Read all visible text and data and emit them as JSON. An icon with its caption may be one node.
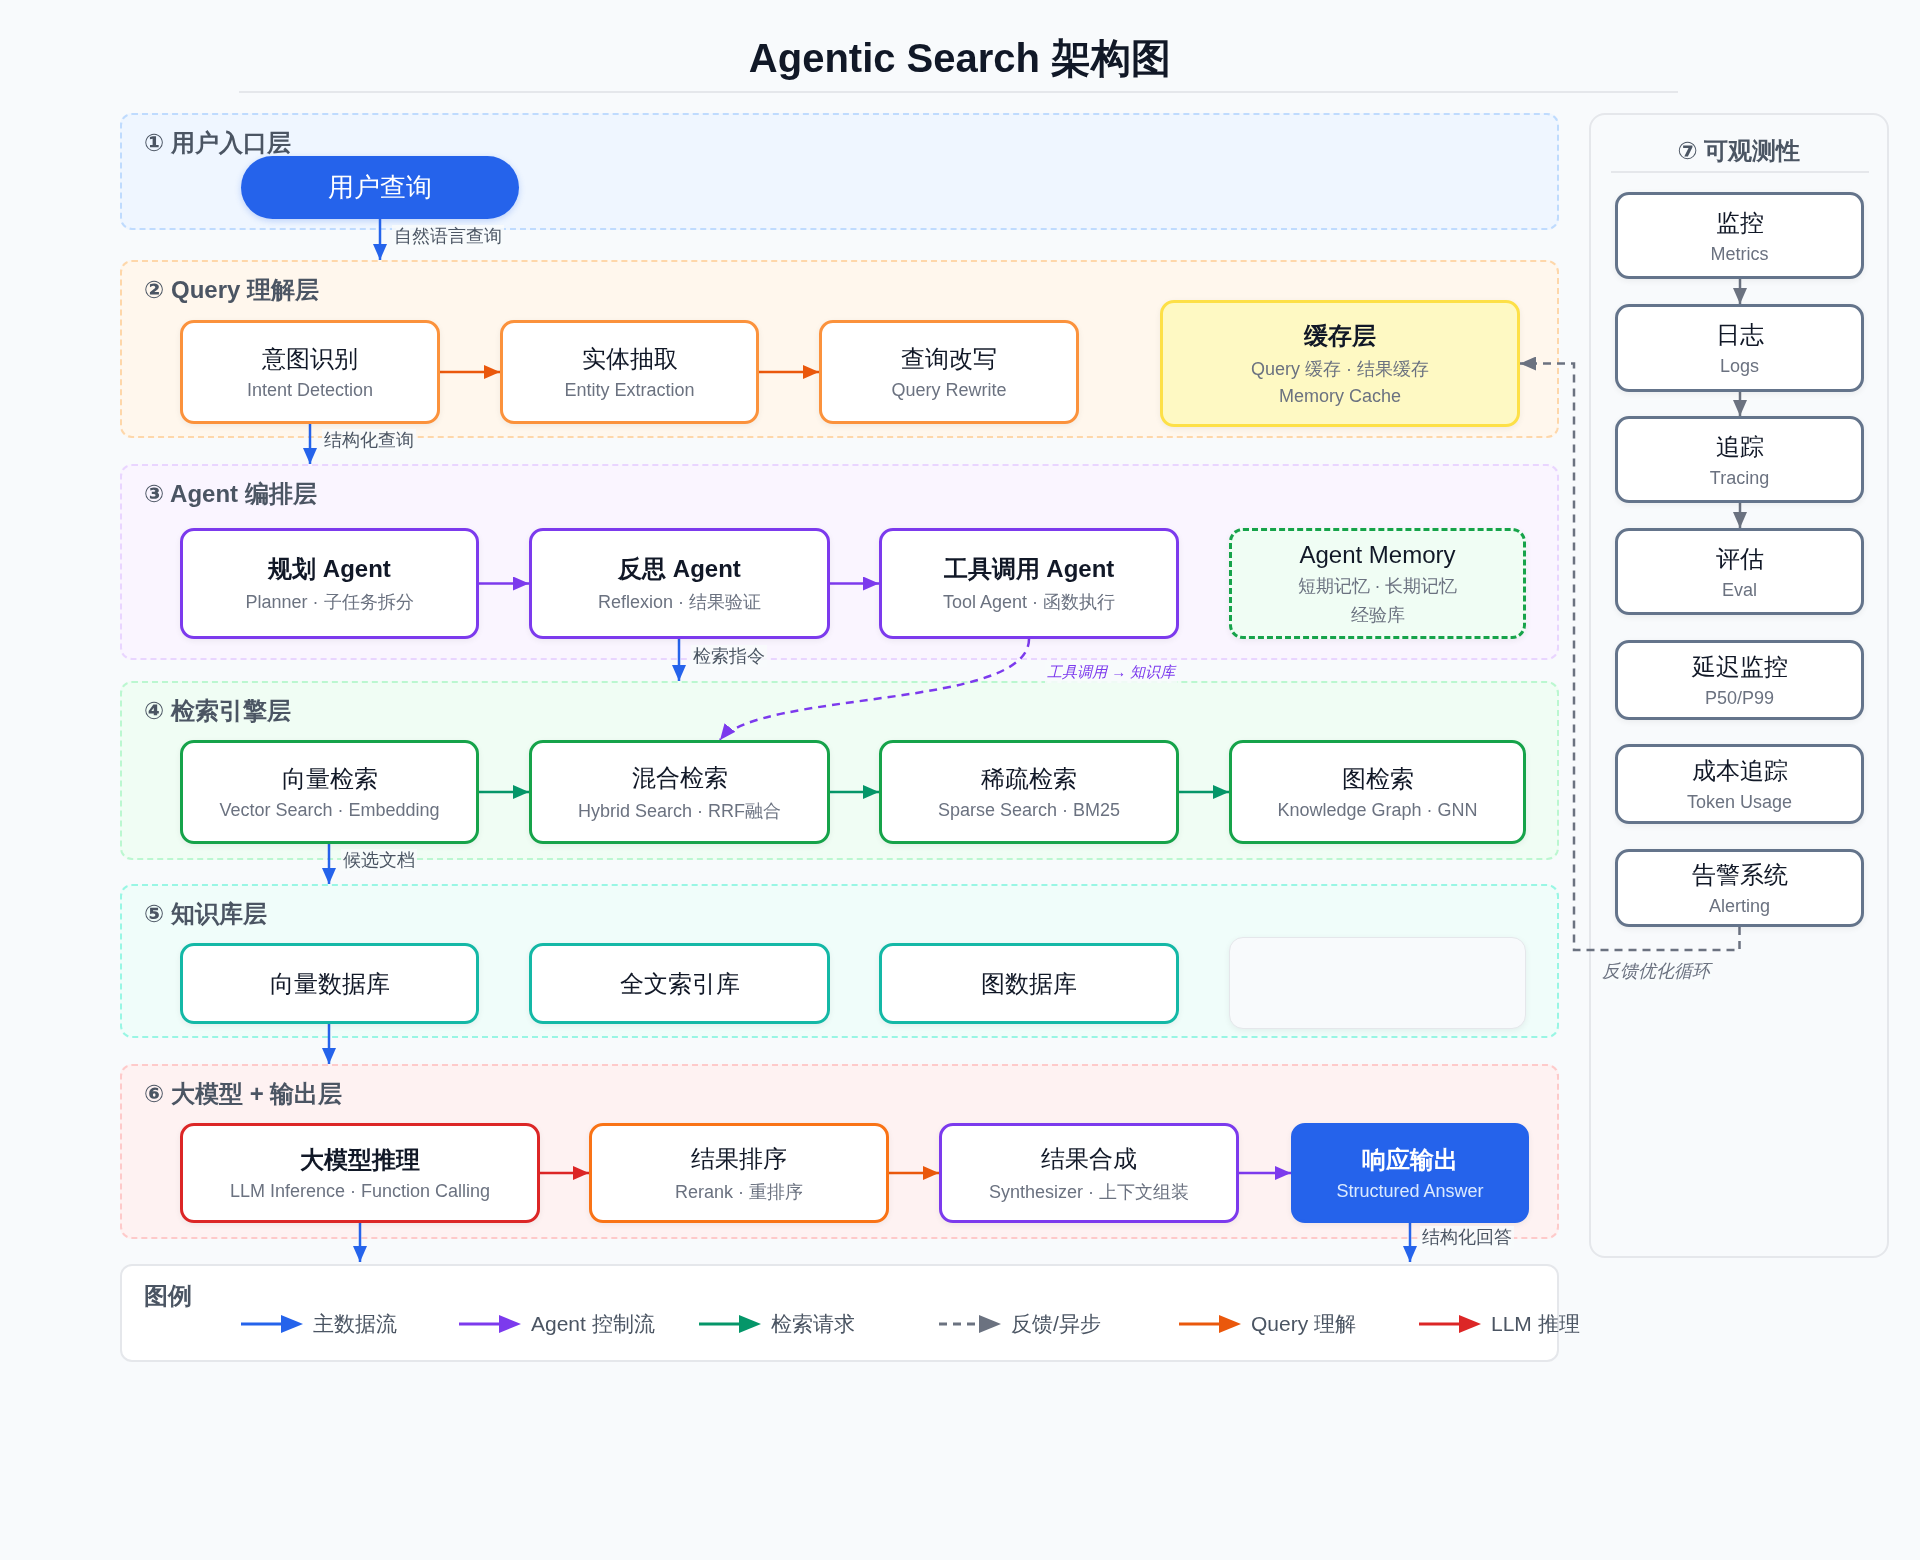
{
  "diagram": {
    "title": "Agentic Search 架构图",
    "nodes": [
      {
        "text": [
          "① 用户入口层"
        ]
      },
      {
        "text": [
          "用户查询"
        ],
        "in": 0
      },
      {
        "text": [
          "② Query 理解层"
        ]
      },
      {
        "text": [
          "意图识别",
          "Intent Detection"
        ],
        "in": 2
      },
      {
        "text": [
          "实体抽取",
          "Entity Extraction"
        ],
        "in": 2
      },
      {
        "text": [
          "查询改写",
          "Query Rewrite"
        ],
        "in": 2
      },
      {
        "text": [
          "缓存层",
          "Query 缓存 · 结果缓存",
          "Memory Cache"
        ],
        "in": 2
      },
      {
        "text": [
          "③ Agent 编排层"
        ]
      },
      {
        "text": [
          "规划 Agent",
          "Planner · 子任务拆分"
        ],
        "in": 7
      },
      {
        "text": [
          "反思 Agent",
          "Reflexion · 结果验证"
        ],
        "in": 7
      },
      {
        "text": [
          "工具调用 Agent",
          "Tool Agent · 函数执行"
        ],
        "in": 7
      },
      {
        "text": [
          "Agent Memory",
          "短期记忆 · 长期记忆",
          "经验库"
        ],
        "in": 7
      },
      {
        "text": [
          "④ 检索引擎层"
        ]
      },
      {
        "text": [
          "向量检索",
          "Vector Search · Embedding"
        ],
        "in": 12
      },
      {
        "text": [
          "混合检索",
          "Hybrid Search · RRF融合"
        ],
        "in": 12
      },
      {
        "text": [
          "稀疏检索",
          "Sparse Search · BM25"
        ],
        "in": 12
      },
      {
        "text": [
          "图检索",
          "Knowledge Graph · GNN"
        ],
        "in": 12
      },
      {
        "text": [
          "⑤ 知识库层"
        ]
      },
      {
        "text": [
          "向量数据库"
        ],
        "in": 17
      },
      {
        "text": [
          "全文索引库"
        ],
        "in": 17
      },
      {
        "text": [
          "图数据库"
        ],
        "in": 17
      },
      {
        "text": [],
        "shape": "box",
        "in": 17
      },
      {
        "text": [
          "⑥ 大模型 + 输出层"
        ]
      },
      {
        "text": [
          "大模型推理",
          "LLM Inference · Function Calling"
        ],
        "in": 22
      },
      {
        "text": [
          "结果排序",
          "Rerank · 重排序"
        ],
        "in": 22
      },
      {
        "text": [
          "结果合成",
          "Synthesizer · 上下文组装"
        ],
        "in": 22
      },
      {
        "text": [
          "响应输出",
          "Structured Answer"
        ],
        "in": 22
      },
      {
        "text": [
          "⑦ 可观测性"
        ]
      },
      {
        "text": [
          "监控",
          "Metrics"
        ],
        "in": 27
      },
      {
        "text": [
          "日志",
          "Logs"
        ],
        "in": 27
      },
      {
        "text": [
          "追踪",
          "Tracing"
        ],
        "in": 27
      },
      {
        "text": [
          "评估",
          "Eval"
        ],
        "in": 27
      },
      {
        "text": [
          "延迟监控",
          "P50/P99"
        ],
        "in": 27
      },
      {
        "text": [
          "成本追踪",
          "Token Usage"
        ],
        "in": 27
      },
      {
        "text": [
          "告警系统",
          "Alerting"
        ],
        "in": 27
      }
    ],
    "edges": [
      {
        "from": 1,
        "to": 2,
        "arrow": "to",
        "label": "自然语言查询"
      },
      {
        "from": 3,
        "to": 4,
        "arrow": "to",
        "color": "#ea580c"
      },
      {
        "from": 4,
        "to": 5,
        "arrow": "to",
        "color": "#ea580c"
      },
      {
        "from": 3,
        "to": 7,
        "arrow": "to",
        "label": "结构化查询"
      },
      {
        "from": 8,
        "to": 9,
        "arrow": "to",
        "color": "#7c3aed"
      },
      {
        "from": 9,
        "to": 10,
        "arrow": "to",
        "color": "#7c3aed"
      },
      {
        "from": 9,
        "to": 12,
        "arrow": "to",
        "label": "检索指令"
      },
      {
        "from": 10,
        "to": 14,
        "arrow": "to",
        "label": "工具调用 → 知识库",
        "style": "dashed",
        "color": "#7c3aed"
      },
      {
        "from": 13,
        "to": 14,
        "arrow": "to",
        "color": "#059669"
      },
      {
        "from": 14,
        "to": 15,
        "arrow": "to",
        "color": "#059669"
      },
      {
        "from": 15,
        "to": 16,
        "arrow": "to",
        "color": "#059669"
      },
      {
        "from": 13,
        "to": 17,
        "arrow": "to",
        "label": "候选文档"
      },
      {
        "from": 18,
        "to": 22,
        "arrow": "to"
      },
      {
        "from": 23,
        "to": 24,
        "arrow": "to",
        "color": "#dc2626"
      },
      {
        "from": 24,
        "to": 25,
        "arrow": "to",
        "color": "#ea580c"
      },
      {
        "from": 25,
        "to": 26,
        "arrow": "to",
        "color": "#7c3aed"
      },
      {
        "from": 23,
        "to": null,
        "arrow": "to"
      },
      {
        "from": 26,
        "to": null,
        "arrow": "to",
        "label": "结构化回答"
      },
      {
        "from": 28,
        "to": 29,
        "arrow": "to",
        "color": "#6b7280"
      },
      {
        "from": 29,
        "to": 30,
        "arrow": "to",
        "color": "#6b7280"
      },
      {
        "from": 30,
        "to": 31,
        "arrow": "to",
        "color": "#6b7280"
      },
      {
        "from": 34,
        "to": 6,
        "arrow": "to",
        "label": "反馈优化循环",
        "style": "dashed",
        "color": "#6b7280"
      }
    ],
    "labels": [
      "图例"
    ],
    "legend": [
      {
        "text": "主数据流",
        "color": "#2563eb"
      },
      {
        "text": "Agent 控制流",
        "color": "#7c3aed"
      },
      {
        "text": "检索请求",
        "color": "#059669"
      },
      {
        "text": "反馈/异步",
        "color": "#6b7280"
      },
      {
        "text": "Query 理解",
        "color": "#ea580c"
      },
      {
        "text": "LLM 推理",
        "color": "#dc2626"
      }
    ]
  }
}
